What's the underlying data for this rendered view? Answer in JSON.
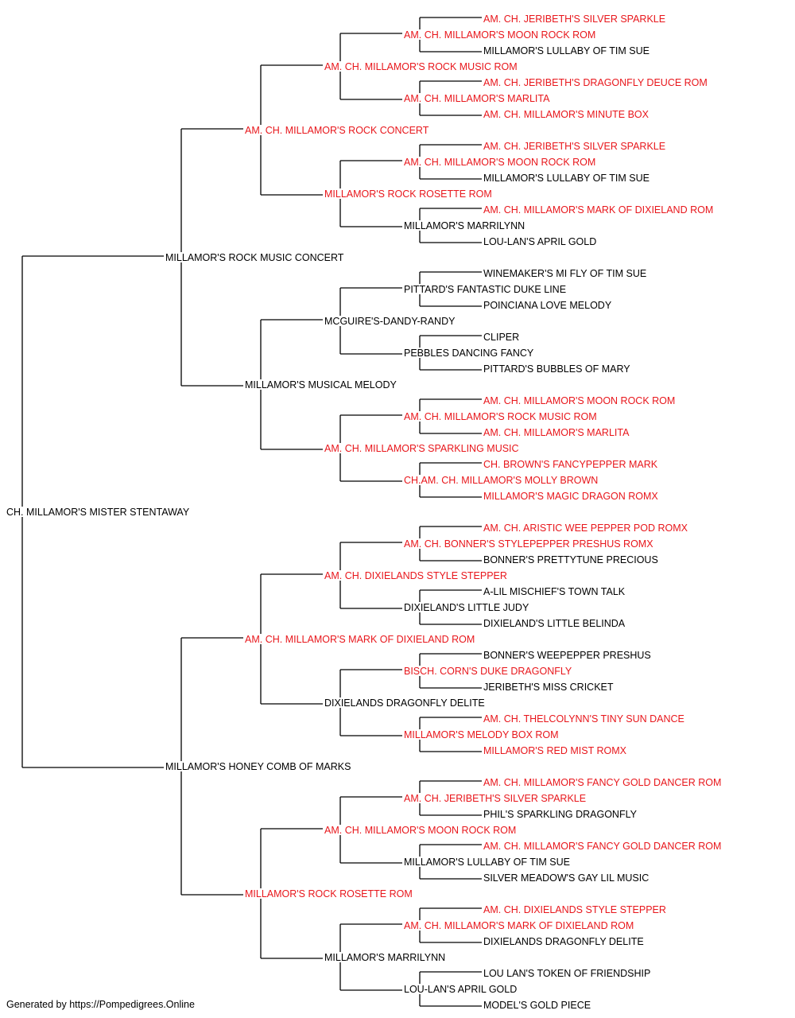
{
  "colors": {
    "champion": "#e8161b",
    "normal": "#000000",
    "line": "#000000"
  },
  "pedigree": {
    "name": "CH. MILLAMOR'S MISTER STENTAWAY",
    "champion": false,
    "sire": {
      "name": "MILLAMOR'S ROCK MUSIC CONCERT",
      "champion": false,
      "sire": {
        "name": "AM. CH. MILLAMOR'S ROCK CONCERT",
        "champion": true,
        "sire": {
          "name": "AM. CH. MILLAMOR'S ROCK MUSIC ROM",
          "champion": true,
          "sire": {
            "name": "AM. CH. MILLAMOR'S MOON ROCK ROM",
            "champion": true,
            "sire": {
              "name": "AM. CH. JERIBETH'S SILVER SPARKLE",
              "champion": true
            },
            "dam": {
              "name": "MILLAMOR'S LULLABY OF TIM SUE",
              "champion": false
            }
          },
          "dam": {
            "name": "AM. CH. MILLAMOR'S MARLITA",
            "champion": true,
            "sire": {
              "name": "AM. CH. JERIBETH'S DRAGONFLY DEUCE ROM",
              "champion": true
            },
            "dam": {
              "name": "AM. CH. MILLAMOR'S MINUTE BOX",
              "champion": true
            }
          }
        },
        "dam": {
          "name": "MILLAMOR'S ROCK ROSETTE ROM",
          "champion": true,
          "sire": {
            "name": "AM. CH. MILLAMOR'S MOON ROCK ROM",
            "champion": true,
            "sire": {
              "name": "AM. CH. JERIBETH'S SILVER SPARKLE",
              "champion": true
            },
            "dam": {
              "name": "MILLAMOR'S LULLABY OF TIM SUE",
              "champion": false
            }
          },
          "dam": {
            "name": "MILLAMOR'S MARRILYNN",
            "champion": false,
            "sire": {
              "name": "AM. CH. MILLAMOR'S MARK OF DIXIELAND ROM",
              "champion": true
            },
            "dam": {
              "name": "LOU-LAN'S APRIL GOLD",
              "champion": false
            }
          }
        }
      },
      "dam": {
        "name": "MILLAMOR'S MUSICAL MELODY",
        "champion": false,
        "sire": {
          "name": "MCGUIRE'S-DANDY-RANDY",
          "champion": false,
          "sire": {
            "name": "PITTARD'S FANTASTIC DUKE LINE",
            "champion": false,
            "sire": {
              "name": "WINEMAKER'S MI FLY OF TIM SUE",
              "champion": false
            },
            "dam": {
              "name": "POINCIANA LOVE MELODY",
              "champion": false
            }
          },
          "dam": {
            "name": "PEBBLES DANCING FANCY",
            "champion": false,
            "sire": {
              "name": "CLIPER",
              "champion": false
            },
            "dam": {
              "name": "PITTARD'S BUBBLES OF MARY",
              "champion": false
            }
          }
        },
        "dam": {
          "name": "AM. CH. MILLAMOR'S SPARKLING MUSIC",
          "champion": true,
          "sire": {
            "name": "AM. CH. MILLAMOR'S ROCK MUSIC ROM",
            "champion": true,
            "sire": {
              "name": "AM. CH. MILLAMOR'S MOON ROCK ROM",
              "champion": true
            },
            "dam": {
              "name": "AM. CH. MILLAMOR'S MARLITA",
              "champion": true
            }
          },
          "dam": {
            "name": "CH.AM. CH. MILLAMOR'S MOLLY BROWN",
            "champion": true,
            "sire": {
              "name": "CH. BROWN'S FANCYPEPPER MARK",
              "champion": true
            },
            "dam": {
              "name": "MILLAMOR'S MAGIC DRAGON ROMX",
              "champion": true
            }
          }
        }
      }
    },
    "dam": {
      "name": "MILLAMOR'S HONEY COMB OF MARKS",
      "champion": false,
      "sire": {
        "name": "AM. CH. MILLAMOR'S MARK OF DIXIELAND ROM",
        "champion": true,
        "sire": {
          "name": "AM. CH. DIXIELANDS STYLE STEPPER",
          "champion": true,
          "sire": {
            "name": "AM. CH. BONNER'S STYLEPEPPER PRESHUS ROMX",
            "champion": true,
            "sire": {
              "name": "AM. CH. ARISTIC WEE PEPPER POD ROMX",
              "champion": true
            },
            "dam": {
              "name": "BONNER'S PRETTYTUNE PRECIOUS",
              "champion": false
            }
          },
          "dam": {
            "name": "DIXIELAND'S LITTLE JUDY",
            "champion": false,
            "sire": {
              "name": "A-LIL MISCHIEF'S TOWN TALK",
              "champion": false
            },
            "dam": {
              "name": "DIXIELAND'S LITTLE BELINDA",
              "champion": false
            }
          }
        },
        "dam": {
          "name": "DIXIELANDS DRAGONFLY DELITE",
          "champion": false,
          "sire": {
            "name": "BISCH. CORN'S DUKE DRAGONFLY",
            "champion": true,
            "sire": {
              "name": "BONNER'S WEEPEPPER PRESHUS",
              "champion": false
            },
            "dam": {
              "name": "JERIBETH'S MISS CRICKET",
              "champion": false
            }
          },
          "dam": {
            "name": "MILLAMOR'S MELODY BOX ROM",
            "champion": true,
            "sire": {
              "name": "AM. CH. THELCOLYNN'S TINY SUN DANCE",
              "champion": true
            },
            "dam": {
              "name": "MILLAMOR'S RED MIST ROMX",
              "champion": true
            }
          }
        }
      },
      "dam": {
        "name": "MILLAMOR'S ROCK ROSETTE ROM",
        "champion": true,
        "sire": {
          "name": "AM. CH. MILLAMOR'S MOON ROCK ROM",
          "champion": true,
          "sire": {
            "name": "AM. CH. JERIBETH'S SILVER SPARKLE",
            "champion": true,
            "sire": {
              "name": "AM. CH. MILLAMOR'S FANCY GOLD DANCER ROM",
              "champion": true
            },
            "dam": {
              "name": "PHIL'S SPARKLING DRAGONFLY",
              "champion": false
            }
          },
          "dam": {
            "name": "MILLAMOR'S LULLABY OF TIM SUE",
            "champion": false,
            "sire": {
              "name": "AM. CH. MILLAMOR'S FANCY GOLD DANCER ROM",
              "champion": true
            },
            "dam": {
              "name": "SILVER MEADOW'S GAY LIL MUSIC",
              "champion": false
            }
          }
        },
        "dam": {
          "name": "MILLAMOR'S MARRILYNN",
          "champion": false,
          "sire": {
            "name": "AM. CH. MILLAMOR'S MARK OF DIXIELAND ROM",
            "champion": true,
            "sire": {
              "name": "AM. CH. DIXIELANDS STYLE STEPPER",
              "champion": true
            },
            "dam": {
              "name": "DIXIELANDS DRAGONFLY DELITE",
              "champion": false
            }
          },
          "dam": {
            "name": "LOU-LAN'S APRIL GOLD",
            "champion": false,
            "sire": {
              "name": "LOU LAN'S TOKEN OF FRIENDSHIP",
              "champion": false
            },
            "dam": {
              "name": "MODEL'S GOLD PIECE",
              "champion": false
            }
          }
        }
      }
    }
  },
  "footer": {
    "text": "Generated by https://Pompedigrees.Online"
  }
}
